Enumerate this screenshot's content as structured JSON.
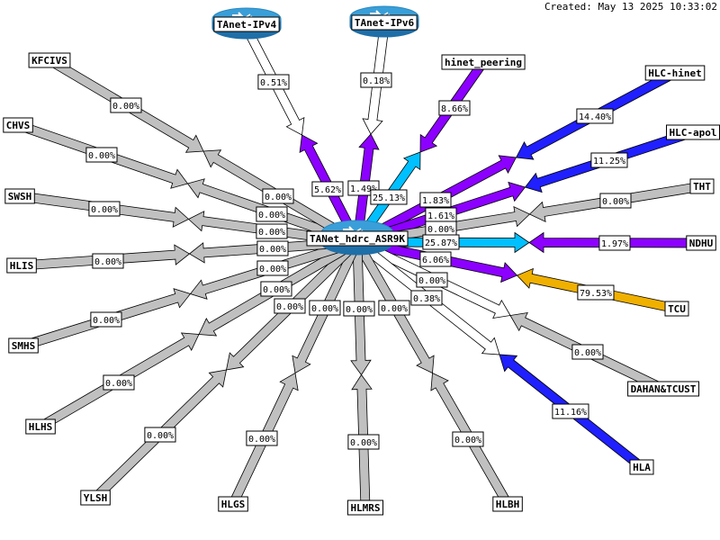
{
  "created": "Created: May 13 2025 10:33:02",
  "hub": {
    "label": "TANet_hdrc_ASR9K"
  },
  "routers": [
    {
      "id": "ipv4",
      "label": "TAnet-IPv4"
    },
    {
      "id": "ipv6",
      "label": "TAnet-IPv6"
    }
  ],
  "nodes": [
    {
      "id": "kfcivs",
      "label": "KFCIVS"
    },
    {
      "id": "chvs",
      "label": "CHVS"
    },
    {
      "id": "swsh",
      "label": "SWSH"
    },
    {
      "id": "hlis",
      "label": "HLIS"
    },
    {
      "id": "smhs",
      "label": "SMHS"
    },
    {
      "id": "hlhs",
      "label": "HLHS"
    },
    {
      "id": "ylsh",
      "label": "YLSH"
    },
    {
      "id": "hlgs",
      "label": "HLGS"
    },
    {
      "id": "hlmrs",
      "label": "HLMRS"
    },
    {
      "id": "hlbh",
      "label": "HLBH"
    },
    {
      "id": "hla",
      "label": "HLA"
    },
    {
      "id": "dahan",
      "label": "DAHAN&TCUST"
    },
    {
      "id": "tcu",
      "label": "TCU"
    },
    {
      "id": "ndhu",
      "label": "NDHU"
    },
    {
      "id": "tht",
      "label": "THT"
    },
    {
      "id": "hlcapol",
      "label": "HLC-apol"
    },
    {
      "id": "hlchinet",
      "label": "HLC-hinet"
    },
    {
      "id": "hinet",
      "label": "hinet_peering"
    }
  ],
  "links": [
    {
      "to": "ipv4",
      "out": "5.62%",
      "in": "0.51%",
      "outColor": "#8c00ff",
      "inColor": "#ffffff"
    },
    {
      "to": "ipv6",
      "out": "1.49%",
      "in": "0.18%",
      "outColor": "#8c00ff",
      "inColor": "#ffffff"
    },
    {
      "to": "hinet",
      "out": "25.13%",
      "in": "8.66%",
      "outColor": "#00c0ff",
      "inColor": "#8c00ff"
    },
    {
      "to": "hlchinet",
      "out": "1.83%",
      "in": "14.40%",
      "outColor": "#8c00ff",
      "inColor": "#2020ff"
    },
    {
      "to": "hlcapol",
      "out": "1.61%",
      "in": "11.25%",
      "outColor": "#8c00ff",
      "inColor": "#2020ff"
    },
    {
      "to": "tht",
      "out": "0.00%",
      "in": "0.00%",
      "outColor": "#c0c0c0",
      "inColor": "#c0c0c0"
    },
    {
      "to": "ndhu",
      "out": "25.87%",
      "in": "1.97%",
      "outColor": "#00c0ff",
      "inColor": "#8c00ff"
    },
    {
      "to": "tcu",
      "out": "6.06%",
      "in": "79.53%",
      "outColor": "#8c00ff",
      "inColor": "#f0b000"
    },
    {
      "to": "dahan",
      "out": "0.00%",
      "in": "0.00%",
      "outColor": "#ffffff",
      "inColor": "#c0c0c0"
    },
    {
      "to": "hla",
      "out": "0.38%",
      "in": "11.16%",
      "outColor": "#ffffff",
      "inColor": "#2020ff"
    },
    {
      "to": "hlbh",
      "out": "0.00%",
      "in": "0.00%",
      "outColor": "#c0c0c0",
      "inColor": "#c0c0c0"
    },
    {
      "to": "hlmrs",
      "out": "0.00%",
      "in": "0.00%",
      "outColor": "#c0c0c0",
      "inColor": "#c0c0c0"
    },
    {
      "to": "hlgs",
      "out": "0.00%",
      "in": "0.00%",
      "outColor": "#c0c0c0",
      "inColor": "#c0c0c0"
    },
    {
      "to": "ylsh",
      "out": "0.00%",
      "in": "0.00%",
      "outColor": "#c0c0c0",
      "inColor": "#c0c0c0"
    },
    {
      "to": "hlhs",
      "out": "0.00%",
      "in": "0.00%",
      "outColor": "#c0c0c0",
      "inColor": "#c0c0c0"
    },
    {
      "to": "smhs",
      "out": "0.00%",
      "in": "0.00%",
      "outColor": "#c0c0c0",
      "inColor": "#c0c0c0"
    },
    {
      "to": "hlis",
      "out": "0.00%",
      "in": "0.00%",
      "outColor": "#c0c0c0",
      "inColor": "#c0c0c0"
    },
    {
      "to": "swsh",
      "out": "0.00%",
      "in": "0.00%",
      "outColor": "#c0c0c0",
      "inColor": "#c0c0c0"
    },
    {
      "to": "chvs",
      "out": "0.00%",
      "in": "0.00%",
      "outColor": "#c0c0c0",
      "inColor": "#c0c0c0"
    },
    {
      "to": "kfcivs",
      "out": "0.00%",
      "in": "0.00%",
      "outColor": "#c0c0c0",
      "inColor": "#c0c0c0"
    }
  ]
}
